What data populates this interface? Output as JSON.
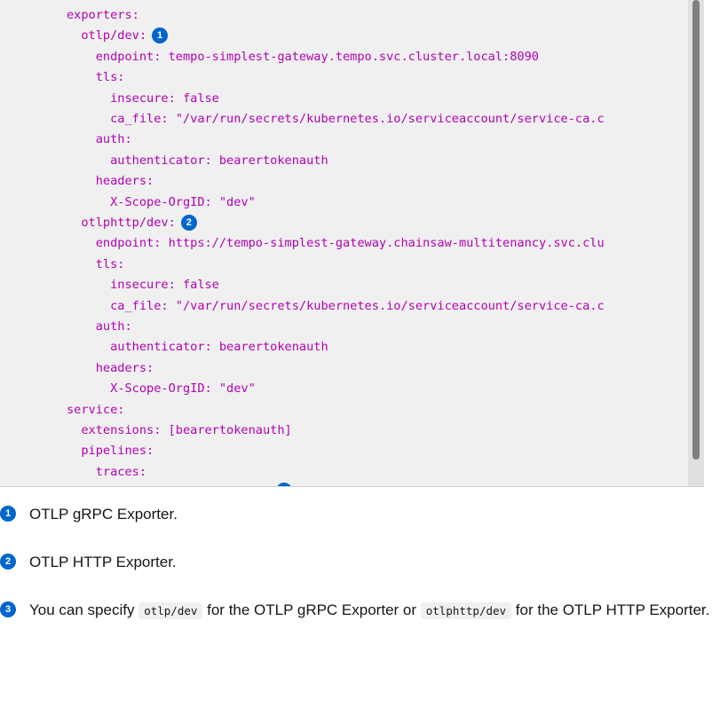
{
  "code_lines": [
    {
      "indent": 0,
      "text": "exporters:"
    },
    {
      "indent": 1,
      "text": "otlp/dev:",
      "callout": "1"
    },
    {
      "indent": 2,
      "text": "endpoint: tempo-simplest-gateway.tempo.svc.cluster.local:8090"
    },
    {
      "indent": 2,
      "text": "tls:"
    },
    {
      "indent": 3,
      "text": "insecure: false"
    },
    {
      "indent": 3,
      "text": "ca_file: \"/var/run/secrets/kubernetes.io/serviceaccount/service-ca.c"
    },
    {
      "indent": 2,
      "text": "auth:"
    },
    {
      "indent": 3,
      "text": "authenticator: bearertokenauth"
    },
    {
      "indent": 2,
      "text": "headers:"
    },
    {
      "indent": 3,
      "text": "X-Scope-OrgID: \"dev\""
    },
    {
      "indent": 1,
      "text": "otlphttp/dev:",
      "callout": "2"
    },
    {
      "indent": 2,
      "text": "endpoint: https://tempo-simplest-gateway.chainsaw-multitenancy.svc.clu"
    },
    {
      "indent": 2,
      "text": "tls:"
    },
    {
      "indent": 3,
      "text": "insecure: false"
    },
    {
      "indent": 3,
      "text": "ca_file: \"/var/run/secrets/kubernetes.io/serviceaccount/service-ca.c"
    },
    {
      "indent": 2,
      "text": "auth:"
    },
    {
      "indent": 3,
      "text": "authenticator: bearertokenauth"
    },
    {
      "indent": 2,
      "text": "headers:"
    },
    {
      "indent": 3,
      "text": "X-Scope-OrgID: \"dev\""
    },
    {
      "indent": 0,
      "text": "service:"
    },
    {
      "indent": 1,
      "text": "extensions: [bearertokenauth]"
    },
    {
      "indent": 1,
      "text": "pipelines:"
    },
    {
      "indent": 2,
      "text": "traces:"
    }
  ],
  "callouts": [
    {
      "num": "1",
      "text": "OTLP gRPC Exporter."
    },
    {
      "num": "2",
      "text": "OTLP HTTP Exporter."
    },
    {
      "num": "3",
      "pre": "You can specify ",
      "code1": "otlp/dev",
      "mid": " for the OTLP gRPC Exporter or ",
      "code2": "otlphttp/dev",
      "post": " for the OTLP HTTP Exporter."
    }
  ],
  "colors": {
    "code_text": "#b300b3",
    "badge": "#0066cc",
    "code_bg": "#f0f0f0"
  }
}
